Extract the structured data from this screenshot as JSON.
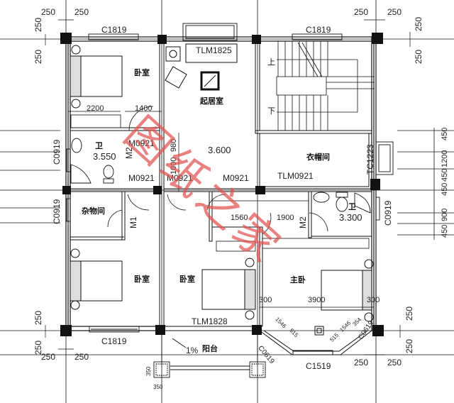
{
  "drawing": {
    "type": "floor-plan",
    "line_color": "#111111",
    "column_color": "#111111",
    "watermark_color": "#e25050"
  },
  "watermark": {
    "text": "图纸之家"
  },
  "rooms": {
    "bedroom_nw": "卧室",
    "living": "起居室",
    "bath_w": "卫",
    "storage": "杂物间",
    "bedroom_sw": "卧室",
    "bedroom_s": "卧室",
    "closet": "衣帽间",
    "bath_e": "卫",
    "master": "主卧",
    "balcony": "阳台",
    "stair_up": "上",
    "stair_down": "下"
  },
  "levels": {
    "bath_w": "3.550",
    "hall": "3.600",
    "bath_e": "3.300"
  },
  "windows_doors": {
    "top_left_window": "C1819",
    "top_mid_door": "TLM1825",
    "top_right_window": "C1819",
    "bath_w_window": "C0919",
    "storage_window": "C0919",
    "bath_door": "M0921",
    "bath_door_code": "M2",
    "door_bath_lower": "M0921",
    "door_mid": "M0921",
    "door_right": "M0921",
    "closet_door": "TLM0921",
    "closet_window": "TC1223",
    "bath_e_window": "C0919",
    "bath_e_door": "M2",
    "storage_door": "M1",
    "bottom_left_window": "C1819",
    "balcony_door": "TLM1828",
    "bay_window": "C1519",
    "bay_left": "C0619",
    "bay_right": "C0619"
  },
  "dimensions": {
    "top_left_a": "250",
    "top_left_b": "250",
    "top_left_v1": "250",
    "top_left_v2": "250",
    "top_right_a": "250",
    "top_right_b": "250",
    "top_right_v1": "250",
    "top_right_v2": "250",
    "bot_left_a": "250",
    "bot_left_b": "250",
    "bot_left_v1": "250",
    "bot_left_v2": "250",
    "bot_right_a": "250",
    "bot_right_b": "250",
    "bot_right_v1": "250",
    "bot_right_v2": "250",
    "wardrobe_w": "2200",
    "door_w": "1400",
    "hall_v1": "980",
    "hall_v2": "1000",
    "hall_w1": "1560",
    "hall_w2": "1900",
    "master_w": "3900",
    "master_l": "300",
    "master_r": "300",
    "bay_l1": "1546",
    "bay_l2": "515",
    "bay_r1": "515",
    "bay_r2": "1546",
    "bay_r3": "354",
    "pier_a": "350",
    "pier_b": "350",
    "right_chain": [
      "450",
      "1200",
      "450",
      "450",
      "900",
      "450"
    ]
  },
  "annotations": {
    "balcony_slope": "1%"
  }
}
